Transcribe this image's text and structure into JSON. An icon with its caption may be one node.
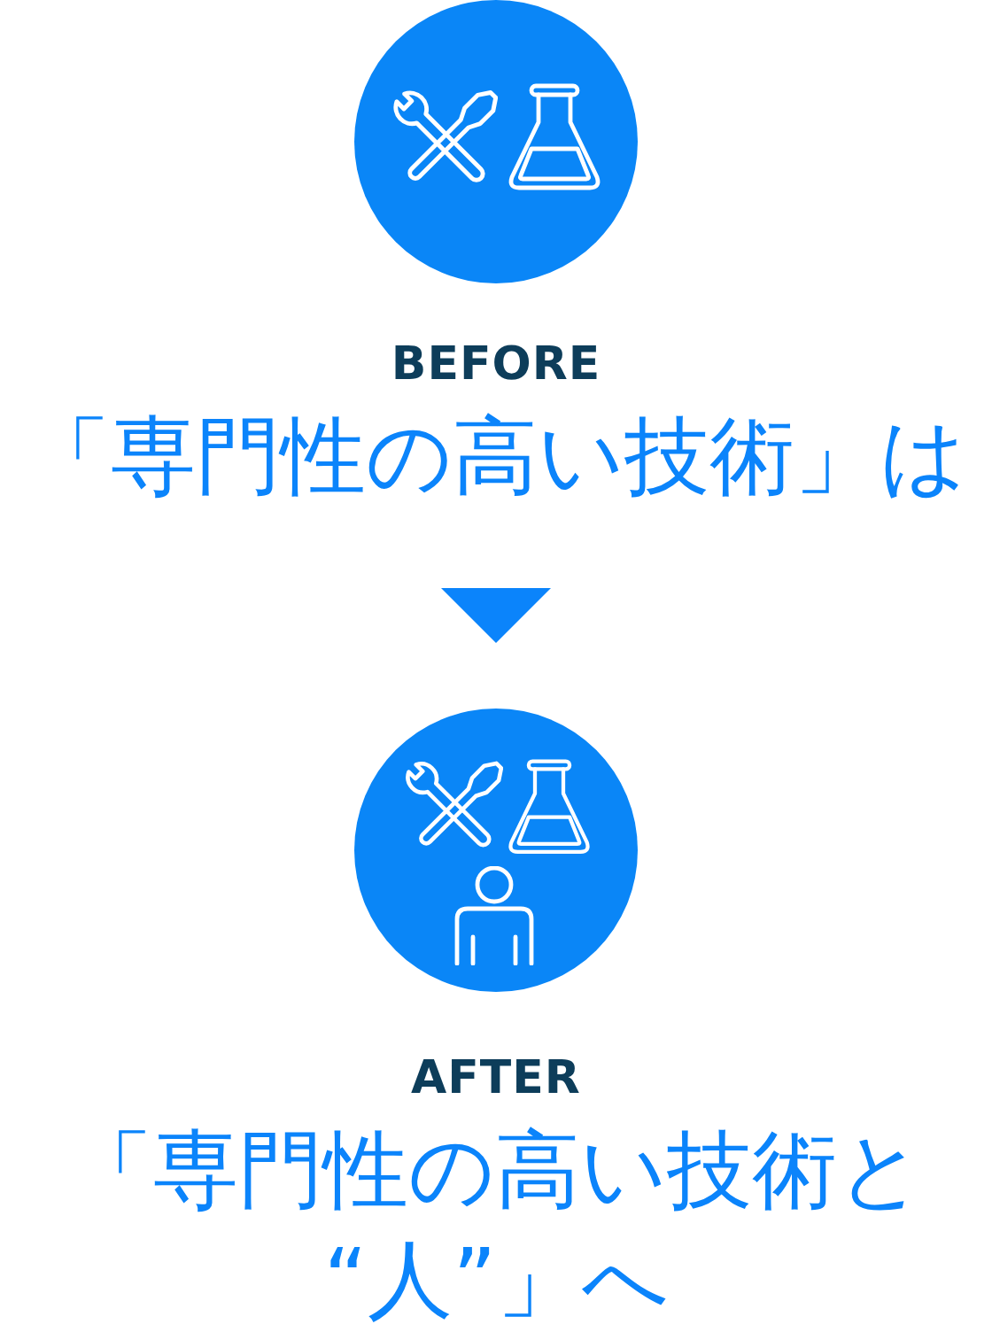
{
  "diagram": {
    "nodes": [
      {
        "text": [],
        "shape": "circle"
      },
      {
        "text": [
          "BEFORE",
          "「専門性の高い技術」は"
        ]
      },
      {
        "text": [],
        "shape": "circle"
      }
    ],
    "edges": [
      {
        "from": 1,
        "to": 2,
        "arrow": "to"
      }
    ],
    "labels": [
      "AFTER",
      "「専門性の高い技術と“人”」へ"
    ]
  }
}
